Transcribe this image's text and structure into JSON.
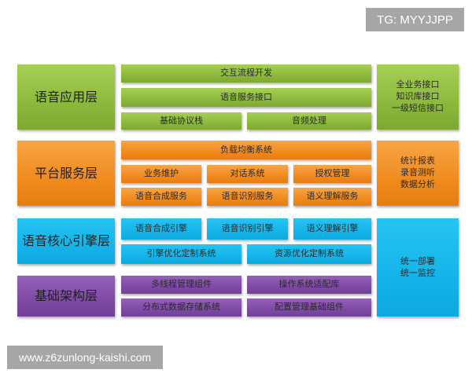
{
  "watermarks": {
    "top_right": "TG: MYYJJPP",
    "bottom_left": "www.z6zunlong-kaishi.com"
  },
  "colors": {
    "app_layer": "#8cb93c",
    "platform_layer": "#f08b1e",
    "core_layer": "#14b4ea",
    "base_layer": "#7f4aa6",
    "watermark_bg": "#a6a6a6"
  },
  "layers": {
    "app": {
      "title": "语音应用层",
      "blocks": [
        "交互流程开发",
        "语音服务接口",
        "基础协议栈",
        "音频处理"
      ],
      "side": [
        "全业务接口",
        "知识库接口",
        "一级短信接口"
      ]
    },
    "platform": {
      "title": "平台服务层",
      "blocks": [
        "负载均衡系统",
        "业务维护",
        "对话系统",
        "授权管理",
        "语音合成服务",
        "语音识别服务",
        "语义理解服务"
      ],
      "side": [
        "统计报表",
        "录音测听",
        "数据分析"
      ]
    },
    "core": {
      "title": "语音核心引擎层",
      "blocks": [
        "语音合成引擎",
        "语音识别引擎",
        "语义理解引擎",
        "引擎优化定制系统",
        "资源优化定制系统"
      ]
    },
    "base": {
      "title": "基础架构层",
      "blocks": [
        "多线程管理组件",
        "操作系统适配库",
        "分布式数据存储系统",
        "配置管理基础组件"
      ]
    },
    "deploy_side": [
      "统一部署",
      "统一监控"
    ]
  }
}
